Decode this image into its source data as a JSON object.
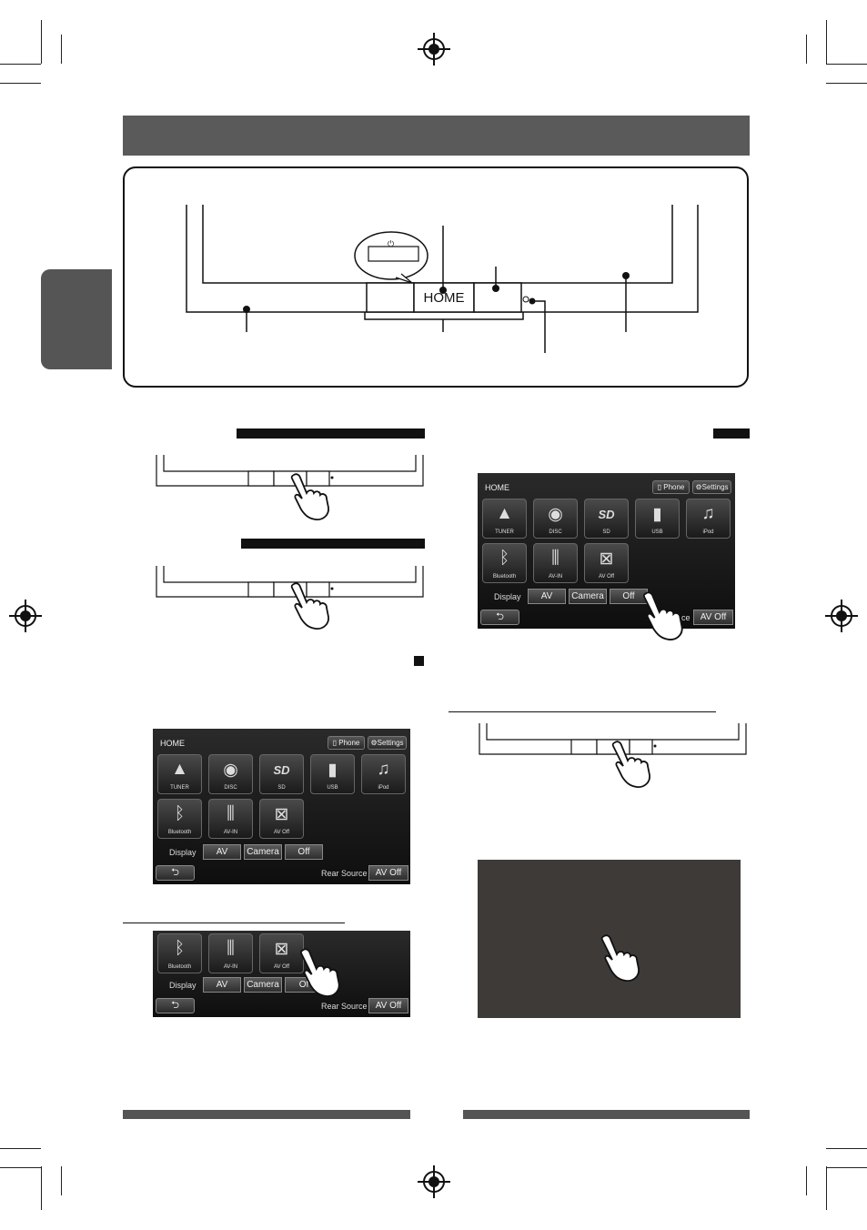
{
  "diagram": {
    "home_label": "HOME",
    "power_icon": "power-icon"
  },
  "home_screen": {
    "title": "HOME",
    "phone_label": "Phone",
    "settings_label": "Settings",
    "tiles": [
      {
        "label": "TUNER",
        "icon": "antenna-icon",
        "glyph": "▲"
      },
      {
        "label": "DISC",
        "icon": "disc-icon",
        "glyph": "◉"
      },
      {
        "label": "SD",
        "icon": "sd-icon",
        "glyph": "SD"
      },
      {
        "label": "USB",
        "icon": "usb-icon",
        "glyph": "▮"
      },
      {
        "label": "iPod",
        "icon": "ipod-icon",
        "glyph": "♫"
      },
      {
        "label": "Bluetooth",
        "icon": "bluetooth-icon",
        "glyph": "ᛒ"
      },
      {
        "label": "AV-IN",
        "icon": "av-in-icon",
        "glyph": "⫼"
      },
      {
        "label": "AV Off",
        "icon": "av-off-icon",
        "glyph": "⊠"
      }
    ],
    "display_label": "Display",
    "display_options": [
      "AV",
      "Camera",
      "Off"
    ],
    "rear_source_label": "Rear Source",
    "av_off_label": "AV Off",
    "back_glyph": "⮌"
  },
  "partial_screen_2": {
    "rear_source_label": "ce"
  },
  "partial_screen_3": {
    "off_partial": "Of"
  }
}
